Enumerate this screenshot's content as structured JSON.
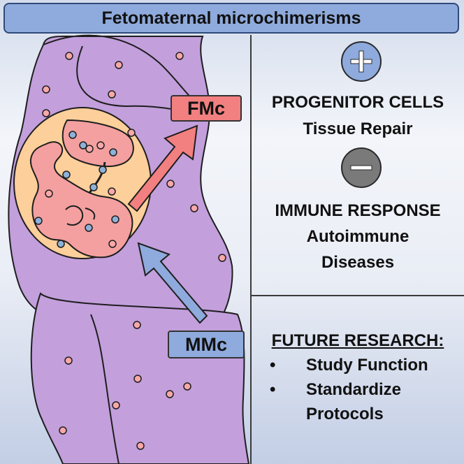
{
  "title": "Fetomaternal microchimerisms",
  "labels": {
    "fmc": "FMc",
    "mmc": "MMc"
  },
  "positive": {
    "sign": "+",
    "icon": "plus-icon",
    "line1": "PROGENITOR CELLS",
    "line2": "Tissue Repair"
  },
  "negative": {
    "sign": "−",
    "icon": "minus-icon",
    "line1": "IMMUNE RESPONSE",
    "line2": "Autoimmune",
    "line3": "Diseases"
  },
  "future": {
    "heading": "FUTURE RESEARCH:",
    "bullet": "•",
    "item1": "Study Function",
    "item2a": "Standardize",
    "item2b": "Protocols"
  },
  "colors": {
    "title_bg": "#8faadc",
    "body": "#c39fdc",
    "amniotic": "#fdcf9a",
    "fetus": "#f4a0a0",
    "fetal_cell": "#f7a8a8",
    "maternal_cell": "#8eb1d8",
    "fmc_arrow": "#f28080",
    "mmc_arrow": "#8faadc",
    "plus_circle": "#8faadc",
    "minus_circle": "#7a7a7a"
  }
}
